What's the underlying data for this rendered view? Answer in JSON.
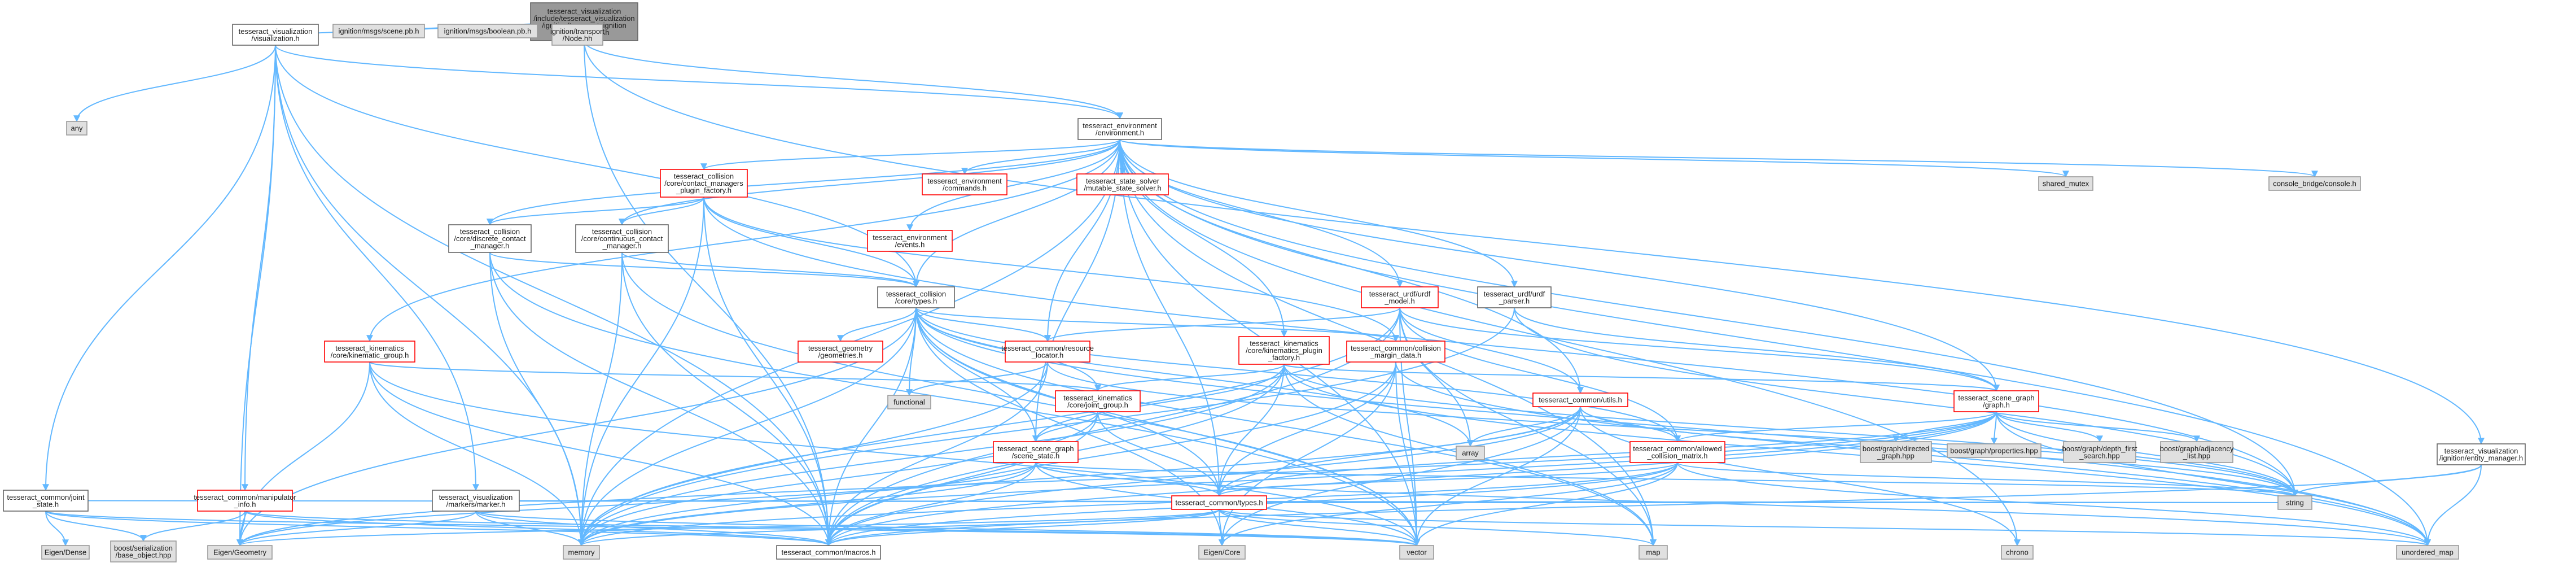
{
  "colors": {
    "edge": "#63b8ff",
    "root_fill": "#999999",
    "root_border": "#666666",
    "normal_fill": "#ffffff",
    "normal_border": "#666666",
    "system_fill": "#e0e0e0",
    "system_border": "#999999",
    "incomplete_fill": "#ffffff",
    "incomplete_border": "#ff0000"
  },
  "nodes": [
    {
      "id": "root",
      "kind": "root",
      "lines": [
        "tesseract_visualization",
        "/include/tesseract_visualization",
        "/ignition/tesseract_ignition",
        "_visualization.h"
      ]
    },
    {
      "id": "vis",
      "kind": "normal",
      "lines": [
        "tesseract_visualization",
        "/visualization.h"
      ]
    },
    {
      "id": "ign_scene",
      "kind": "system",
      "lines": [
        "ignition/msgs/scene.pb.h"
      ]
    },
    {
      "id": "ign_bool",
      "kind": "system",
      "lines": [
        "ignition/msgs/boolean.pb.h"
      ]
    },
    {
      "id": "ign_node",
      "kind": "system",
      "lines": [
        "ignition/transport",
        "/Node.hh"
      ]
    },
    {
      "id": "any",
      "kind": "system",
      "lines": [
        "any"
      ]
    },
    {
      "id": "env",
      "kind": "normal",
      "lines": [
        "tesseract_environment",
        "/environment.h"
      ]
    },
    {
      "id": "entity",
      "kind": "normal",
      "lines": [
        "tesseract_visualization",
        "/ignition/entity_manager.h"
      ]
    },
    {
      "id": "cm_factory",
      "kind": "incomplete",
      "lines": [
        "tesseract_collision",
        "/core/contact_managers",
        "_plugin_factory.h"
      ]
    },
    {
      "id": "env_cmds",
      "kind": "incomplete",
      "lines": [
        "tesseract_environment",
        "/commands.h"
      ]
    },
    {
      "id": "state_solver",
      "kind": "incomplete",
      "lines": [
        "tesseract_state_solver",
        "/mutable_state_solver.h"
      ]
    },
    {
      "id": "shared_mutex",
      "kind": "system",
      "lines": [
        "shared_mutex"
      ]
    },
    {
      "id": "console",
      "kind": "system",
      "lines": [
        "console_bridge/console.h"
      ]
    },
    {
      "id": "discrete",
      "kind": "normal",
      "lines": [
        "tesseract_collision",
        "/core/discrete_contact",
        "_manager.h"
      ]
    },
    {
      "id": "continuous",
      "kind": "normal",
      "lines": [
        "tesseract_collision",
        "/core/continuous_contact",
        "_manager.h"
      ]
    },
    {
      "id": "env_events",
      "kind": "incomplete",
      "lines": [
        "tesseract_environment",
        "/events.h"
      ]
    },
    {
      "id": "col_types",
      "kind": "normal",
      "lines": [
        "tesseract_collision",
        "/core/types.h"
      ]
    },
    {
      "id": "urdf",
      "kind": "incomplete",
      "lines": [
        "tesseract_urdf/urdf",
        "_model.h"
      ]
    },
    {
      "id": "urdf_parser",
      "kind": "normal",
      "lines": [
        "tesseract_urdf/urdf",
        "_parser.h"
      ]
    },
    {
      "id": "kin_group",
      "kind": "incomplete",
      "lines": [
        "tesseract_kinematics",
        "/core/kinematic_group.h"
      ]
    },
    {
      "id": "geometries",
      "kind": "incomplete",
      "lines": [
        "tesseract_geometry",
        "/geometries.h"
      ]
    },
    {
      "id": "res_locator",
      "kind": "incomplete",
      "lines": [
        "tesseract_common/resource",
        "_locator.h"
      ]
    },
    {
      "id": "kin_factory",
      "kind": "incomplete",
      "lines": [
        "tesseract_kinematics",
        "/core/kinematics_plugin",
        "_factory.h"
      ]
    },
    {
      "id": "margin",
      "kind": "incomplete",
      "lines": [
        "tesseract_common/collision",
        "_margin_data.h"
      ]
    },
    {
      "id": "functional",
      "kind": "system",
      "lines": [
        "functional"
      ]
    },
    {
      "id": "joint_group",
      "kind": "incomplete",
      "lines": [
        "tesseract_kinematics",
        "/core/joint_group.h"
      ]
    },
    {
      "id": "utils",
      "kind": "incomplete",
      "lines": [
        "tesseract_common/utils.h"
      ]
    },
    {
      "id": "scene_graph",
      "kind": "incomplete",
      "lines": [
        "tesseract_scene_graph",
        "/graph.h"
      ]
    },
    {
      "id": "array",
      "kind": "system",
      "lines": [
        "array"
      ]
    },
    {
      "id": "bg_directed",
      "kind": "system",
      "lines": [
        "boost/graph/directed",
        "_graph.hpp"
      ]
    },
    {
      "id": "bg_props",
      "kind": "system",
      "lines": [
        "boost/graph/properties.hpp"
      ]
    },
    {
      "id": "bg_dfs",
      "kind": "system",
      "lines": [
        "boost/graph/depth_first",
        "_search.hpp"
      ]
    },
    {
      "id": "bg_adj",
      "kind": "system",
      "lines": [
        "boost/graph/adjacency",
        "_list.hpp"
      ]
    },
    {
      "id": "scene_state",
      "kind": "incomplete",
      "lines": [
        "tesseract_scene_graph",
        "/scene_state.h"
      ]
    },
    {
      "id": "acm",
      "kind": "incomplete",
      "lines": [
        "tesseract_common/allowed",
        "_collision_matrix.h"
      ]
    },
    {
      "id": "joint_state",
      "kind": "normal",
      "lines": [
        "tesseract_common/joint",
        "_state.h"
      ]
    },
    {
      "id": "manip_info",
      "kind": "incomplete",
      "lines": [
        "tesseract_common/manipulator",
        "_info.h"
      ]
    },
    {
      "id": "marker",
      "kind": "normal",
      "lines": [
        "tesseract_visualization",
        "/markers/marker.h"
      ]
    },
    {
      "id": "common_types",
      "kind": "incomplete",
      "lines": [
        "tesseract_common/types.h"
      ]
    },
    {
      "id": "string",
      "kind": "system",
      "lines": [
        "string"
      ]
    },
    {
      "id": "eigen_dense",
      "kind": "system",
      "lines": [
        "Eigen/Dense"
      ]
    },
    {
      "id": "boost_ser",
      "kind": "system",
      "lines": [
        "boost/serialization",
        "/base_object.hpp"
      ]
    },
    {
      "id": "eigen_geom",
      "kind": "system",
      "lines": [
        "Eigen/Geometry"
      ]
    },
    {
      "id": "memory",
      "kind": "system",
      "lines": [
        "memory"
      ]
    },
    {
      "id": "macros",
      "kind": "normal",
      "lines": [
        "tesseract_common/macros.h"
      ]
    },
    {
      "id": "eigen_core",
      "kind": "system",
      "lines": [
        "Eigen/Core"
      ]
    },
    {
      "id": "vector",
      "kind": "system",
      "lines": [
        "vector"
      ]
    },
    {
      "id": "map",
      "kind": "system",
      "lines": [
        "map"
      ]
    },
    {
      "id": "chrono",
      "kind": "system",
      "lines": [
        "chrono"
      ]
    },
    {
      "id": "unordered_map",
      "kind": "system",
      "lines": [
        "unordered_map"
      ]
    }
  ],
  "edges": [
    [
      "root",
      "vis"
    ],
    [
      "root",
      "ign_scene"
    ],
    [
      "root",
      "ign_bool"
    ],
    [
      "root",
      "ign_node"
    ],
    [
      "root",
      "env"
    ],
    [
      "root",
      "entity"
    ],
    [
      "root",
      "macros"
    ],
    [
      "vis",
      "any"
    ],
    [
      "vis",
      "env"
    ],
    [
      "vis",
      "joint_state"
    ],
    [
      "vis",
      "marker"
    ],
    [
      "vis",
      "eigen_geom"
    ],
    [
      "vis",
      "memory"
    ],
    [
      "vis",
      "col_types"
    ],
    [
      "vis",
      "manip_info"
    ],
    [
      "vis",
      "macros"
    ],
    [
      "env",
      "cm_factory"
    ],
    [
      "env",
      "env_cmds"
    ],
    [
      "env",
      "state_solver"
    ],
    [
      "env",
      "shared_mutex"
    ],
    [
      "env",
      "console"
    ],
    [
      "env",
      "discrete"
    ],
    [
      "env",
      "continuous"
    ],
    [
      "env",
      "env_events"
    ],
    [
      "env",
      "urdf"
    ],
    [
      "env",
      "urdf_parser"
    ],
    [
      "env",
      "kin_group"
    ],
    [
      "env",
      "res_locator"
    ],
    [
      "env",
      "kin_factory"
    ],
    [
      "env",
      "utils"
    ],
    [
      "env",
      "scene_graph"
    ],
    [
      "env",
      "common_types"
    ],
    [
      "env",
      "string"
    ],
    [
      "env",
      "vector"
    ],
    [
      "env",
      "unordered_map"
    ],
    [
      "env",
      "memory"
    ],
    [
      "env",
      "chrono"
    ],
    [
      "env",
      "col_types"
    ],
    [
      "env",
      "scene_state"
    ],
    [
      "env",
      "map"
    ],
    [
      "entity",
      "string"
    ],
    [
      "entity",
      "unordered_map"
    ],
    [
      "entity",
      "macros"
    ],
    [
      "cm_factory",
      "discrete"
    ],
    [
      "cm_factory",
      "continuous"
    ],
    [
      "cm_factory",
      "string"
    ],
    [
      "cm_factory",
      "macros"
    ],
    [
      "cm_factory",
      "col_types"
    ],
    [
      "cm_factory",
      "memory"
    ],
    [
      "cm_factory",
      "margin"
    ],
    [
      "discrete",
      "col_types"
    ],
    [
      "discrete",
      "vector"
    ],
    [
      "discrete",
      "memory"
    ],
    [
      "discrete",
      "macros"
    ],
    [
      "continuous",
      "col_types"
    ],
    [
      "continuous",
      "vector"
    ],
    [
      "continuous",
      "memory"
    ],
    [
      "continuous",
      "macros"
    ],
    [
      "col_types",
      "geometries"
    ],
    [
      "col_types",
      "functional"
    ],
    [
      "col_types",
      "res_locator"
    ],
    [
      "col_types",
      "margin"
    ],
    [
      "col_types",
      "joint_group"
    ],
    [
      "col_types",
      "scene_state"
    ],
    [
      "col_types",
      "common_types"
    ],
    [
      "col_types",
      "array"
    ],
    [
      "col_types",
      "memory"
    ],
    [
      "col_types",
      "eigen_geom"
    ],
    [
      "col_types",
      "macros"
    ],
    [
      "col_types",
      "eigen_core"
    ],
    [
      "col_types",
      "vector"
    ],
    [
      "col_types",
      "unordered_map"
    ],
    [
      "col_types",
      "map"
    ],
    [
      "col_types",
      "acm"
    ],
    [
      "urdf",
      "res_locator"
    ],
    [
      "urdf",
      "scene_graph"
    ],
    [
      "urdf",
      "utils"
    ],
    [
      "urdf",
      "macros"
    ],
    [
      "urdf",
      "memory"
    ],
    [
      "urdf",
      "array"
    ],
    [
      "urdf",
      "acm"
    ],
    [
      "urdf",
      "vector"
    ],
    [
      "urdf",
      "map"
    ],
    [
      "urdf_parser",
      "scene_graph"
    ],
    [
      "urdf_parser",
      "memory"
    ],
    [
      "urdf_parser",
      "string"
    ],
    [
      "kin_group",
      "joint_group"
    ],
    [
      "kin_group",
      "eigen_geom"
    ],
    [
      "kin_group",
      "macros"
    ],
    [
      "kin_group",
      "memory"
    ],
    [
      "kin_group",
      "vector"
    ],
    [
      "res_locator",
      "functional"
    ],
    [
      "res_locator",
      "memory"
    ],
    [
      "res_locator",
      "macros"
    ],
    [
      "res_locator",
      "string"
    ],
    [
      "kin_factory",
      "scene_graph"
    ],
    [
      "kin_factory",
      "joint_group"
    ],
    [
      "kin_factory",
      "scene_state"
    ],
    [
      "kin_factory",
      "common_types"
    ],
    [
      "kin_factory",
      "macros"
    ],
    [
      "kin_factory",
      "memory"
    ],
    [
      "kin_factory",
      "map"
    ],
    [
      "kin_factory",
      "unordered_map"
    ],
    [
      "kin_factory",
      "string"
    ],
    [
      "margin",
      "common_types"
    ],
    [
      "margin",
      "macros"
    ],
    [
      "margin",
      "eigen_core"
    ],
    [
      "margin",
      "unordered_map"
    ],
    [
      "margin",
      "vector"
    ],
    [
      "joint_group",
      "scene_state"
    ],
    [
      "joint_group",
      "common_types"
    ],
    [
      "joint_group",
      "macros"
    ],
    [
      "joint_group",
      "memory"
    ],
    [
      "utils",
      "array"
    ],
    [
      "utils",
      "acm"
    ],
    [
      "utils",
      "common_types"
    ],
    [
      "utils",
      "macros"
    ],
    [
      "utils",
      "eigen_core"
    ],
    [
      "utils",
      "vector"
    ],
    [
      "utils",
      "string"
    ],
    [
      "utils",
      "memory"
    ],
    [
      "utils",
      "chrono"
    ],
    [
      "scene_graph",
      "bg_directed"
    ],
    [
      "scene_graph",
      "bg_props"
    ],
    [
      "scene_graph",
      "bg_dfs"
    ],
    [
      "scene_graph",
      "bg_adj"
    ],
    [
      "scene_graph",
      "acm"
    ],
    [
      "scene_graph",
      "common_types"
    ],
    [
      "scene_graph",
      "string"
    ],
    [
      "scene_graph",
      "unordered_map"
    ],
    [
      "scene_graph",
      "memory"
    ],
    [
      "scene_graph",
      "macros"
    ],
    [
      "scene_graph",
      "eigen_geom"
    ],
    [
      "scene_state",
      "common_types"
    ],
    [
      "scene_state",
      "macros"
    ],
    [
      "scene_state",
      "eigen_geom"
    ],
    [
      "scene_state",
      "unordered_map"
    ],
    [
      "scene_state",
      "vector"
    ],
    [
      "scene_state",
      "memory"
    ],
    [
      "scene_state",
      "string"
    ],
    [
      "acm",
      "common_types"
    ],
    [
      "acm",
      "macros"
    ],
    [
      "acm",
      "eigen_core"
    ],
    [
      "acm",
      "unordered_map"
    ],
    [
      "acm",
      "vector"
    ],
    [
      "acm",
      "memory"
    ],
    [
      "acm",
      "string"
    ],
    [
      "joint_state",
      "eigen_dense"
    ],
    [
      "joint_state",
      "boost_ser"
    ],
    [
      "joint_state",
      "macros"
    ],
    [
      "joint_state",
      "vector"
    ],
    [
      "joint_state",
      "string"
    ],
    [
      "manip_info",
      "eigen_geom"
    ],
    [
      "manip_info",
      "boost_ser"
    ],
    [
      "manip_info",
      "macros"
    ],
    [
      "manip_info",
      "vector"
    ],
    [
      "marker",
      "eigen_geom"
    ],
    [
      "marker",
      "memory"
    ],
    [
      "marker",
      "macros"
    ],
    [
      "marker",
      "vector"
    ],
    [
      "marker",
      "string"
    ],
    [
      "common_types",
      "eigen_geom"
    ],
    [
      "common_types",
      "memory"
    ],
    [
      "common_types",
      "macros"
    ],
    [
      "common_types",
      "eigen_core"
    ],
    [
      "common_types",
      "vector"
    ],
    [
      "common_types",
      "map"
    ],
    [
      "common_types",
      "unordered_map"
    ],
    [
      "common_types",
      "string"
    ]
  ]
}
